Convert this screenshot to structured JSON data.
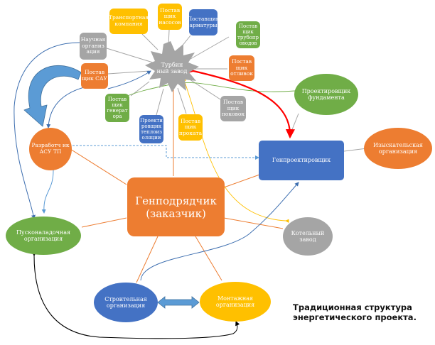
{
  "colors": {
    "orange": "#ED7D31",
    "blue": "#4472C4",
    "green": "#70AD47",
    "gray": "#A5A5A5",
    "yellow": "#FFC000",
    "red": "#FF0000",
    "light_blue": "#5B9BD5",
    "black": "#000000"
  },
  "nodes": {
    "turbine_plant": "Турбин ный завод",
    "transport_company": "Транспортная компания",
    "pump_supplier": "Постав щик насосов",
    "valve_supplier": "Поставщик арматуры",
    "pipe_supplier": "Постав щик трубопр оводов",
    "casting_supplier": "Постав щик отливок",
    "forging_supplier": "Постав щик поковок",
    "rolled_metal_supplier": "Постав щик проката",
    "insulation_designer": "Проекти ровщик теплоиз оляции",
    "generator_supplier": "Постав щик генерат ора",
    "acs_supplier": "Постав щик САУ",
    "research_org": "Научная организ ация",
    "apcs_developer": "Разработч ик АСУ ТП",
    "foundation_designer": "Проектировщик фундамента",
    "general_designer": "Генпроектировщик",
    "survey_org": "Изыскательская организация",
    "general_contractor": "Генподрядчик (заказчик)",
    "commissioning_org": "Пусконаладочная организация",
    "boiler_plant": "Котельный завод",
    "construction_org": "Строительная организация",
    "installation_org": "Монтажная организация"
  },
  "caption": {
    "line1": "Традиционная структура",
    "line2": "энергетического проекта."
  }
}
